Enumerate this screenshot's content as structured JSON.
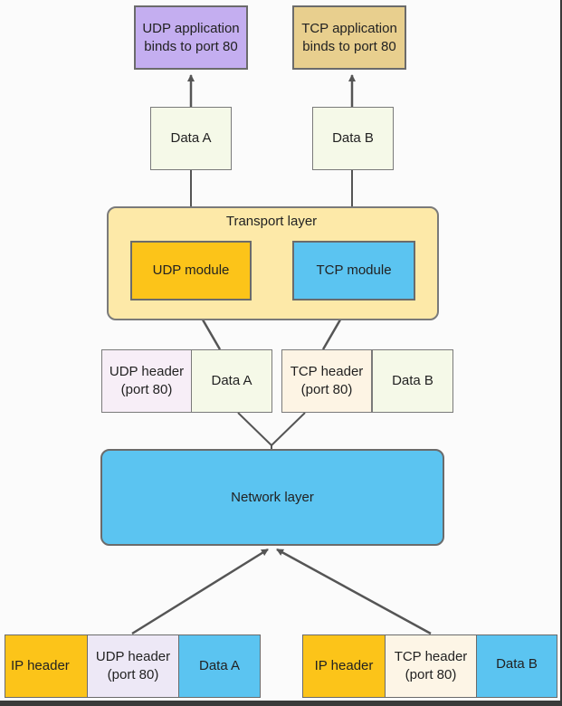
{
  "top": {
    "udp_app": "UDP application\nbinds to port 80",
    "tcp_app": "TCP application\nbinds to port 80"
  },
  "delivered": {
    "data_a": "Data A",
    "data_b": "Data B"
  },
  "transport": {
    "title": "Transport layer",
    "udp_module": "UDP module",
    "tcp_module": "TCP module"
  },
  "segments": {
    "udp_header": "UDP header\n(port 80)",
    "data_a": "Data A",
    "tcp_header": "TCP header\n(port 80)",
    "data_b": "Data B"
  },
  "network": {
    "title": "Network layer"
  },
  "packets": {
    "udp": {
      "ip_header": "IP header",
      "udp_header": "UDP header\n(port 80)",
      "data": "Data A"
    },
    "tcp": {
      "ip_header": "IP header",
      "tcp_header": "TCP header\n(port 80)",
      "data": "Data B"
    }
  },
  "colors": {
    "udp_app": "#c4aef0",
    "tcp_app": "#e8cf8e",
    "data_green": "#f5f9e8",
    "transport_bg": "#fde9a8",
    "udp_module": "#fcc419",
    "tcp_module": "#5bc4f1",
    "udp_header": "#f7eef7",
    "tcp_header": "#fdf4e4",
    "network": "#5bc4f1",
    "ip_header": "#fcc419",
    "pkt_udp_header": "#ede8f6",
    "pkt_tcp_header": "#fdf5e6",
    "pkt_data": "#5bc4f1"
  }
}
